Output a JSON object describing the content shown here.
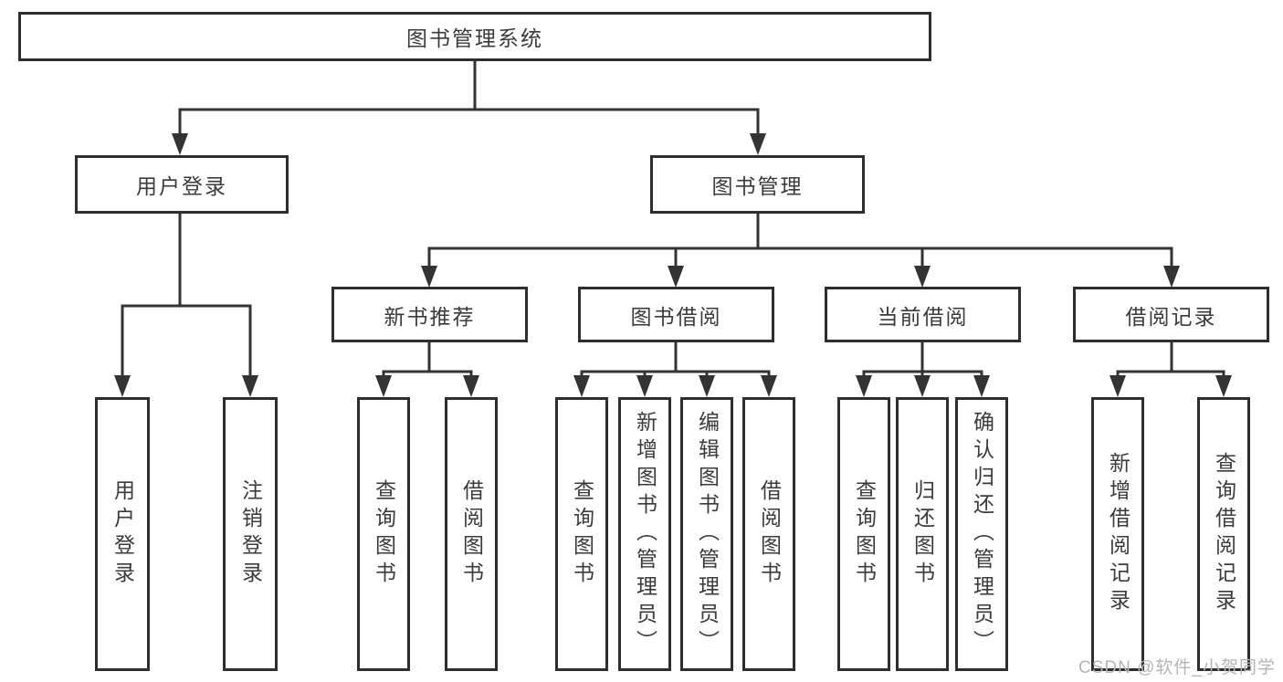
{
  "diagram": {
    "root": {
      "label": "图书管理系统"
    },
    "level2": [
      {
        "label": "用户登录"
      },
      {
        "label": "图书管理"
      }
    ],
    "level3": [
      {
        "label": "新书推荐"
      },
      {
        "label": "图书借阅"
      },
      {
        "label": "当前借阅"
      },
      {
        "label": "借阅记录"
      }
    ],
    "leaves": {
      "user_login": [
        "用户登录",
        "注销登录"
      ],
      "new_books": [
        "查询图书",
        "借阅图书"
      ],
      "book_borrowing": [
        "查询图书",
        "新增图书（管理员）",
        "编辑图书（管理员）",
        "借阅图书"
      ],
      "current_borrowing": [
        "查询图书",
        "归还图书",
        "确认归还（管理员）"
      ],
      "borrowing_records": [
        "新增借阅记录",
        "查询借阅记录"
      ]
    }
  },
  "watermark": {
    "text": "CSDN @软件_小贺同学"
  },
  "colors": {
    "line": "#333333",
    "border": "#2e2e2e",
    "text": "#3b3b3b",
    "watermark": "#b5b5b5",
    "background": "#ffffff"
  }
}
